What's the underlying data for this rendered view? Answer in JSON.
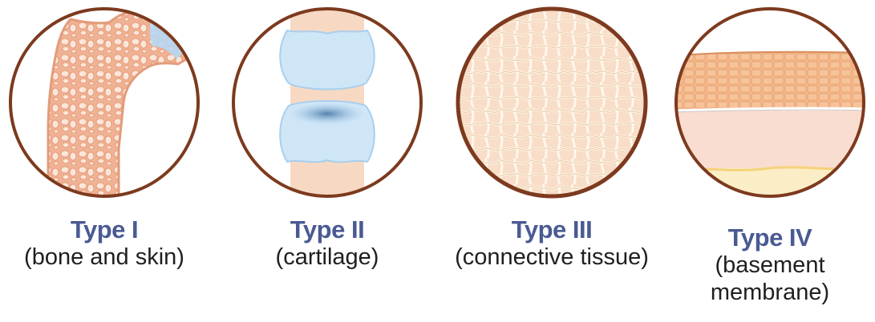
{
  "collagen_types": [
    {
      "title": "Type I",
      "description": "(bone and skin)"
    },
    {
      "title": "Type II",
      "description": "(cartilage)"
    },
    {
      "title": "Type III",
      "description": "(connective tissue)"
    },
    {
      "title": "Type IV",
      "description_line1": "(basement",
      "description_line2": "membrane)"
    }
  ],
  "colors": {
    "title_text": "#4a5a93",
    "circle_border": "#7d3a1e",
    "bone": "#f5c9b2",
    "cartilage": "#cfe6f7",
    "tissue": "#f8ddc8",
    "membrane_band": "#f3b88a"
  }
}
